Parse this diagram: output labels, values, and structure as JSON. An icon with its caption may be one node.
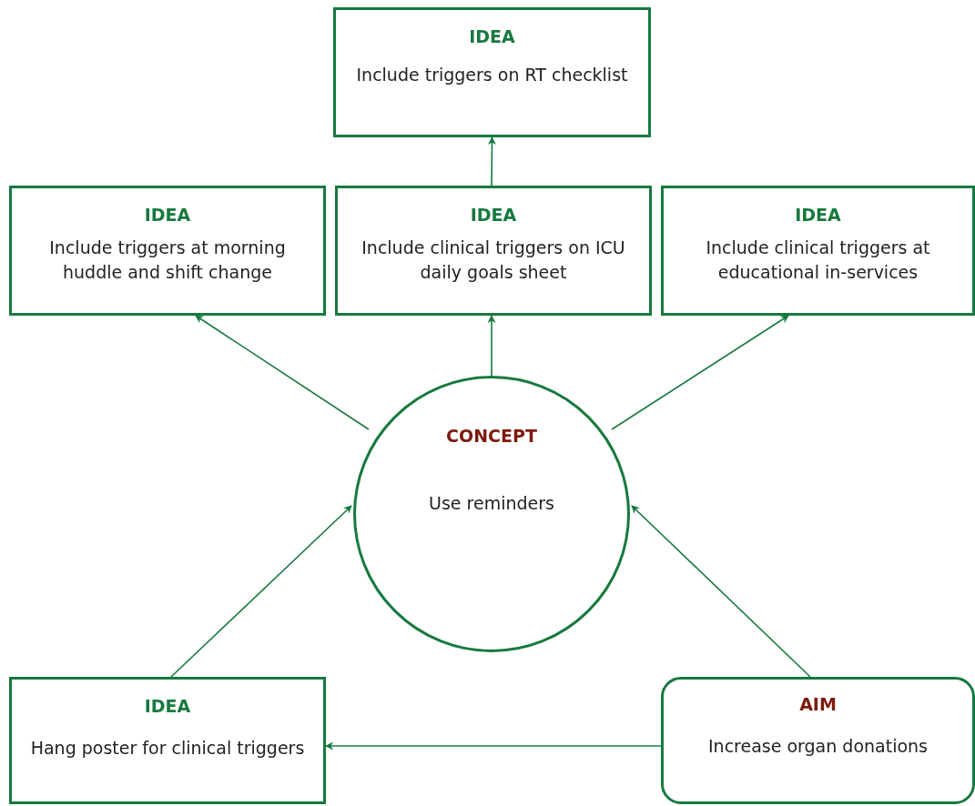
{
  "diagram": {
    "nodes": [
      {
        "text": [
          "IDEA",
          "Include triggers on RT checklist"
        ]
      },
      {
        "text": [
          "IDEA",
          "Include triggers at morning huddle and shift change"
        ]
      },
      {
        "text": [
          "IDEA",
          "Include clinical triggers on ICU daily goals sheet"
        ]
      },
      {
        "text": [
          "IDEA",
          "Include clinical triggers at educational in-services"
        ]
      },
      {
        "text": [
          "CONCEPT",
          "Use reminders"
        ]
      },
      {
        "text": [
          "IDEA",
          "Hang poster for clinical triggers"
        ]
      },
      {
        "text": [
          "AIM",
          "Increase organ donations"
        ]
      }
    ],
    "edges": [
      {
        "from": 2,
        "to": 0,
        "arrow": "to"
      },
      {
        "from": 4,
        "to": 1,
        "arrow": "to"
      },
      {
        "from": 4,
        "to": 2,
        "arrow": "to"
      },
      {
        "from": 4,
        "to": 3,
        "arrow": "to"
      },
      {
        "from": 5,
        "to": 4,
        "arrow": "to"
      },
      {
        "from": 6,
        "to": 4,
        "arrow": "to"
      },
      {
        "from": 6,
        "to": 5,
        "arrow": "to"
      }
    ]
  }
}
